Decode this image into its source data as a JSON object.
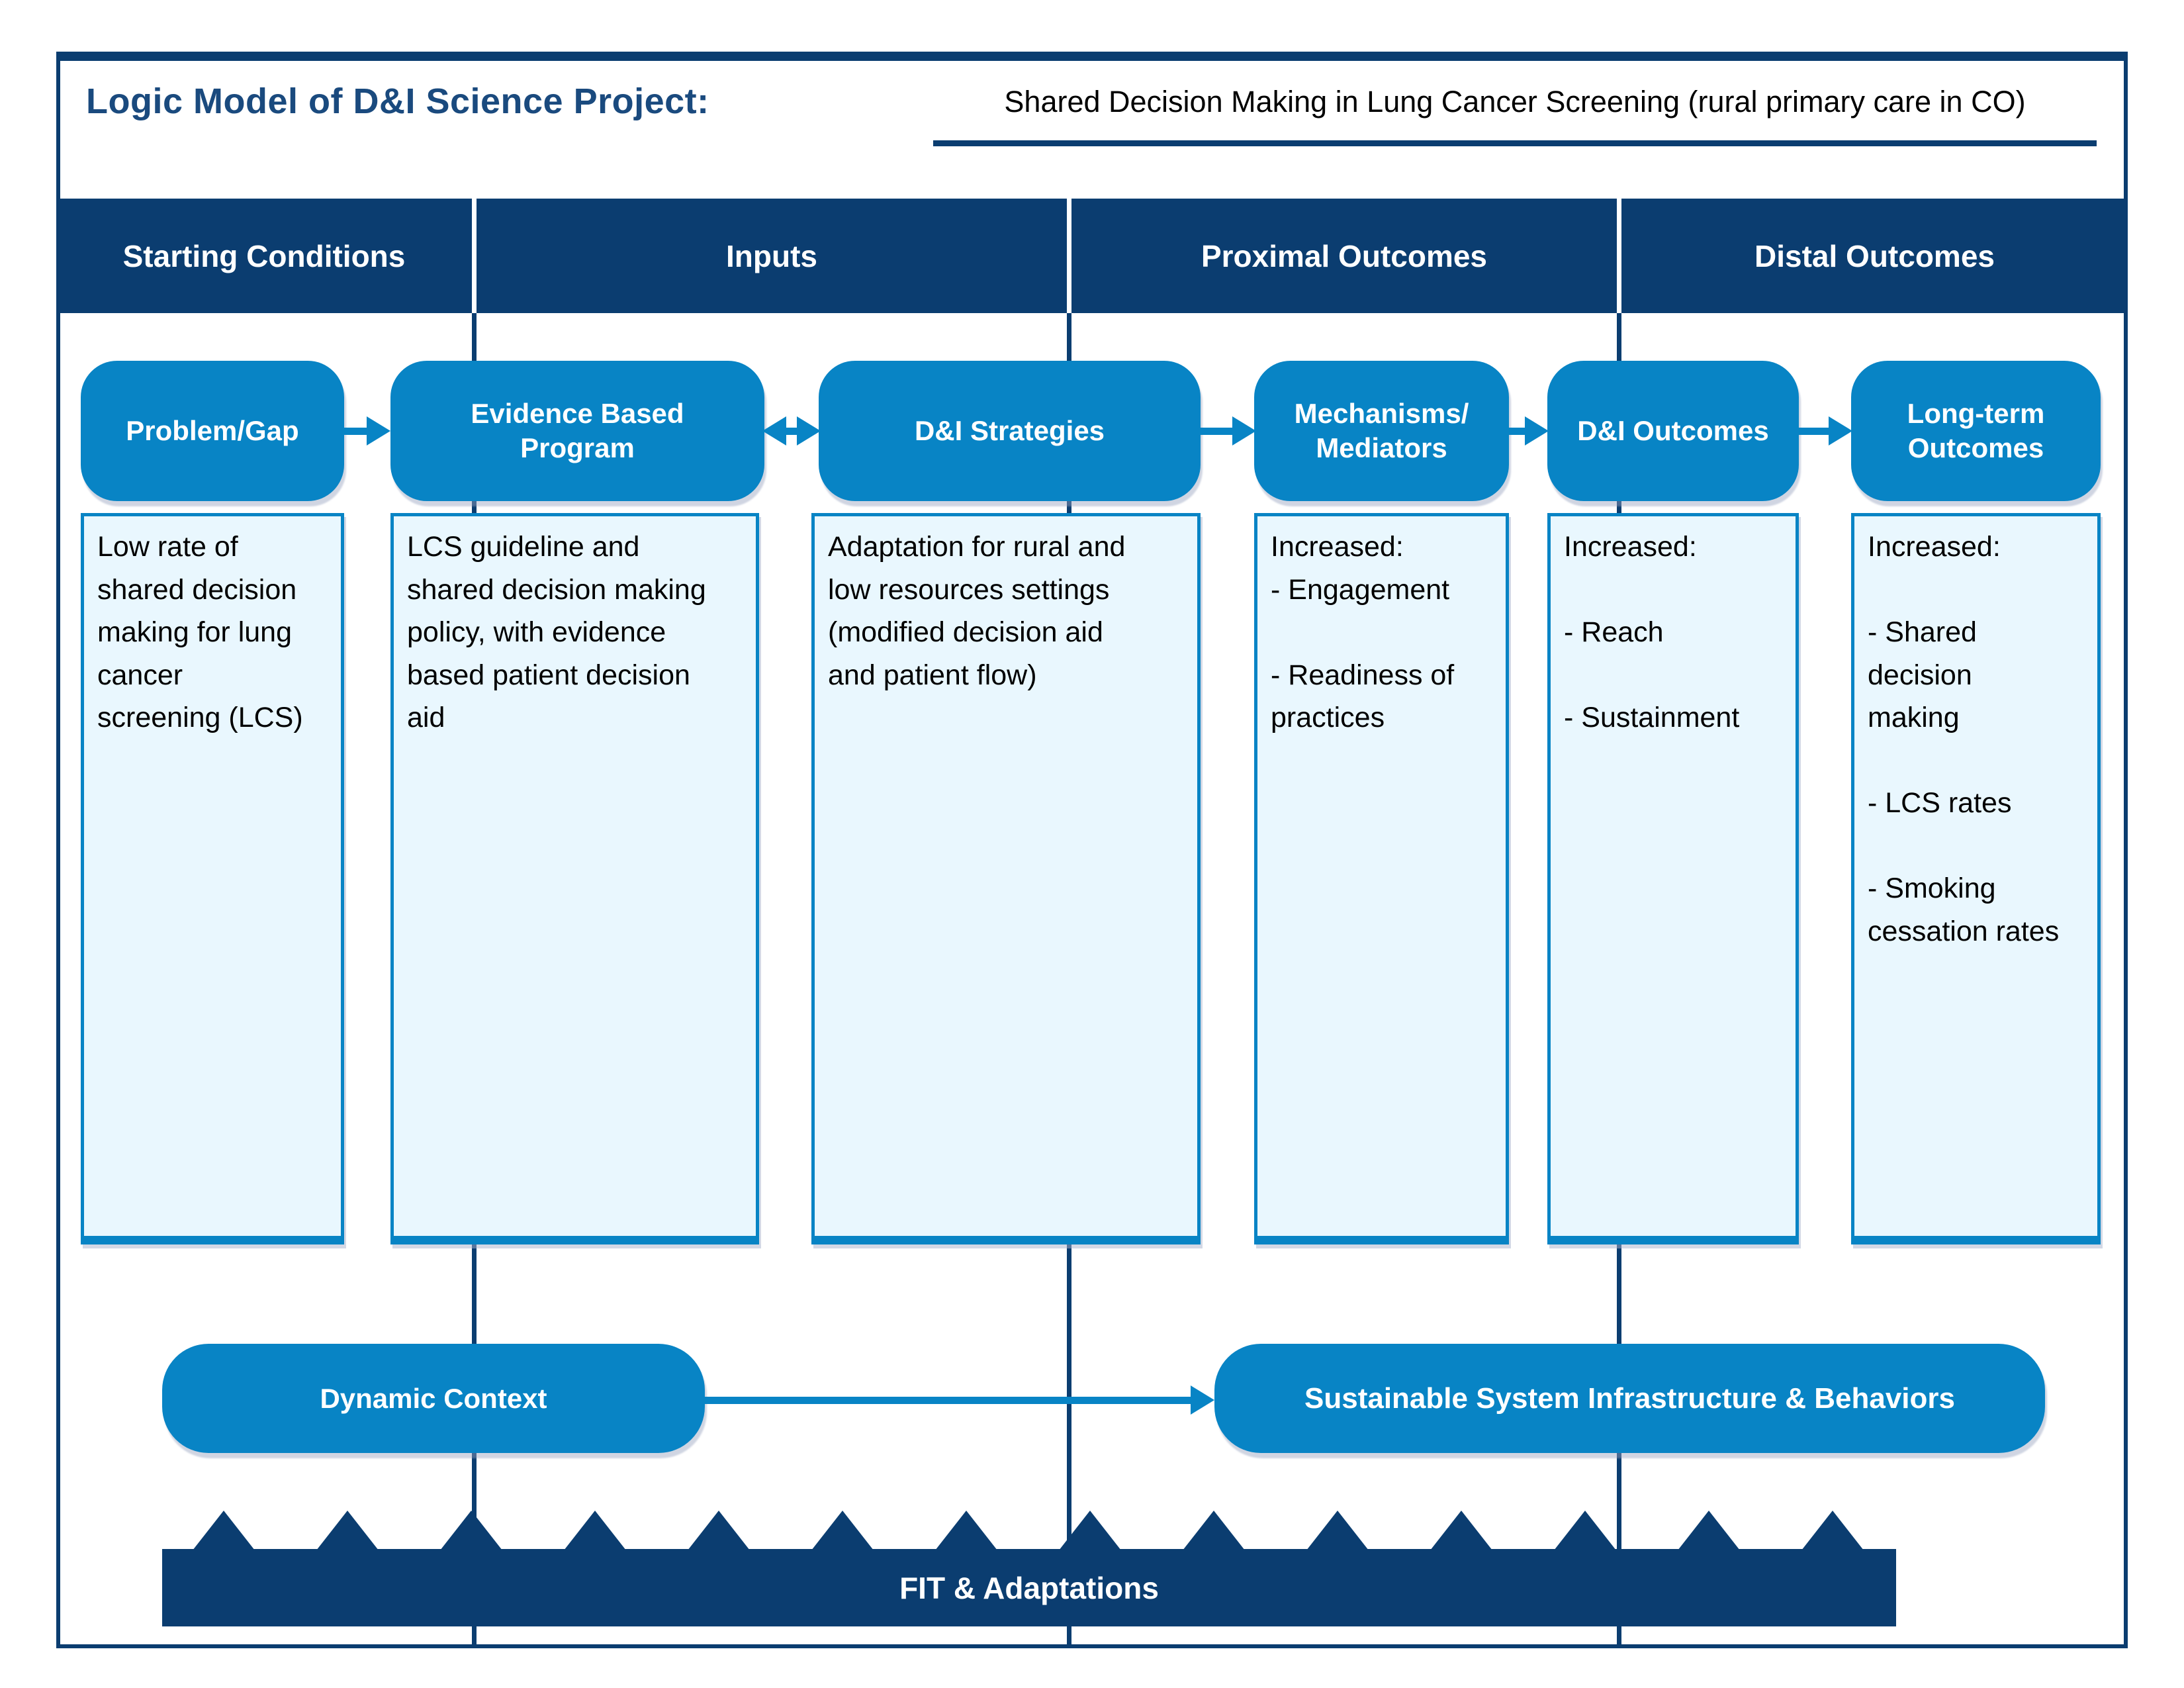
{
  "title": "Logic Model of D&I Science Project:",
  "subtitle": "Shared Decision Making in Lung Cancer Screening (rural primary care in CO)",
  "columns": [
    "Starting Conditions",
    "Inputs",
    "Proximal Outcomes",
    "Distal Outcomes"
  ],
  "flow": [
    {
      "label": "Problem/Gap",
      "detail": "Low rate of\nshared decision\nmaking for lung\ncancer\nscreening (LCS)"
    },
    {
      "label": "Evidence Based Program",
      "detail": "LCS guideline and\nshared decision making\npolicy, with evidence\nbased patient decision\naid"
    },
    {
      "label": "D&I Strategies",
      "detail": "Adaptation for rural and\nlow resources settings\n(modified decision aid\nand patient flow)"
    },
    {
      "label": "Mechanisms/ Mediators",
      "detail": "Increased:\n-  Engagement\n\n-  Readiness of\npractices"
    },
    {
      "label": "D&I Outcomes",
      "detail": "Increased:\n\n-  Reach\n\n-  Sustainment"
    },
    {
      "label": "Long-term Outcomes",
      "detail": "Increased:\n\n- Shared\ndecision\nmaking\n\n- LCS rates\n\n- Smoking\ncessation rates"
    }
  ],
  "bottom": {
    "dynamic_context": "Dynamic Context",
    "sustainable": "Sustainable System Infrastructure & Behaviors",
    "fit": "FIT & Adaptations"
  },
  "colors": {
    "navy": "#0B3D70",
    "accent": "#0884C5",
    "light_fill": "#E9F7FE"
  }
}
